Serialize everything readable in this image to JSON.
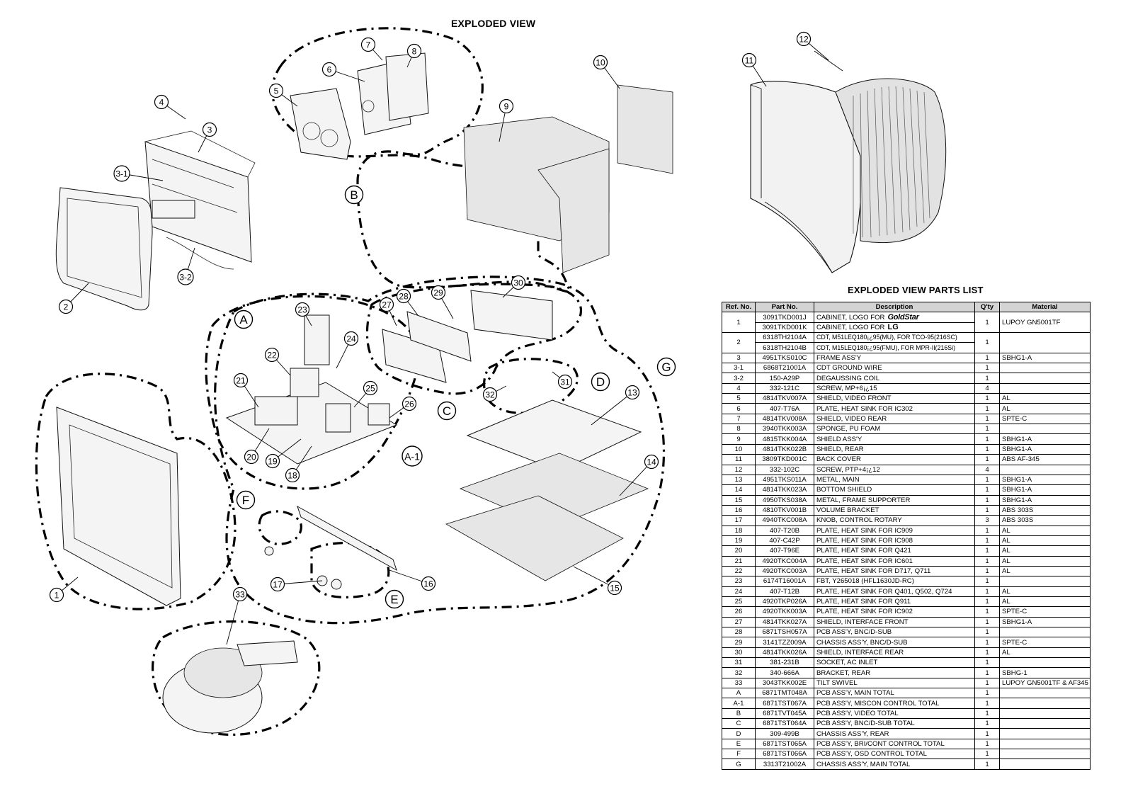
{
  "titles": {
    "exploded_view": "EXPLODED VIEW",
    "parts_list": "EXPLODED VIEW PARTS LIST"
  },
  "diagram": {
    "part_callouts": [
      "1",
      "2",
      "3",
      "3-1",
      "3-2",
      "4",
      "5",
      "6",
      "7",
      "8",
      "9",
      "10",
      "11",
      "12",
      "13",
      "14",
      "15",
      "16",
      "17",
      "18",
      "19",
      "20",
      "21",
      "22",
      "23",
      "24",
      "25",
      "26",
      "27",
      "28",
      "29",
      "30",
      "31",
      "32",
      "33"
    ],
    "group_callouts": [
      "A",
      "A-1",
      "B",
      "C",
      "D",
      "E",
      "F",
      "G"
    ]
  },
  "table": {
    "headers": [
      "Ref. No.",
      "Part No.",
      "Description",
      "Q'ty",
      "Material"
    ],
    "brands": {
      "goldstar": "GoldStar",
      "lg": "LG"
    },
    "row1": {
      "ref": "1",
      "parts": [
        "3091TKD001J",
        "3091TKD001K"
      ],
      "descriptions": [
        "CABINET, LOGO FOR",
        "CABINET, LOGO FOR"
      ],
      "qty": "1",
      "material": "LUPOY GN5001TF"
    },
    "row2": {
      "ref": "2",
      "parts": [
        "6318TH2104A",
        "6318TH2104B"
      ],
      "descriptions": [
        "CDT, M51LEQ180¡¿95(MU), FOR TCO-95(216SC)",
        "CDT, M15LEQ180¡¿95(FMU), FOR MPR-II(216Si)"
      ],
      "qty": "1",
      "material": ""
    },
    "rows": [
      {
        "ref": "3",
        "part": "4951TKS010C",
        "desc": "FRAME ASS'Y",
        "qty": "1",
        "mat": "SBHG1-A"
      },
      {
        "ref": "3-1",
        "part": "6868T21001A",
        "desc": "CDT GROUND WIRE",
        "qty": "1",
        "mat": ""
      },
      {
        "ref": "3-2",
        "part": "150-A29P",
        "desc": "DEGAUSSING COIL",
        "qty": "1",
        "mat": ""
      },
      {
        "ref": "4",
        "part": "332-121C",
        "desc": "SCREW, MP+6¡¿15",
        "qty": "4",
        "mat": ""
      },
      {
        "ref": "5",
        "part": "4814TKV007A",
        "desc": "SHIELD, VIDEO FRONT",
        "qty": "1",
        "mat": "AL"
      },
      {
        "ref": "6",
        "part": "407-T76A",
        "desc": "PLATE, HEAT SINK FOR IC302",
        "qty": "1",
        "mat": "AL"
      },
      {
        "ref": "7",
        "part": "4814TKV008A",
        "desc": "SHIELD, VIDEO REAR",
        "qty": "1",
        "mat": "SPTE-C"
      },
      {
        "ref": "8",
        "part": "3940TKK003A",
        "desc": "SPONGE, PU FOAM",
        "qty": "1",
        "mat": ""
      },
      {
        "ref": "9",
        "part": "4815TKK004A",
        "desc": "SHIELD ASS'Y",
        "qty": "1",
        "mat": "SBHG1-A"
      },
      {
        "ref": "10",
        "part": "4814TKK022B",
        "desc": "SHIELD, REAR",
        "qty": "1",
        "mat": "SBHG1-A"
      },
      {
        "ref": "11",
        "part": "3809TKD001C",
        "desc": "BACK COVER",
        "qty": "1",
        "mat": "ABS AF-345"
      },
      {
        "ref": "12",
        "part": "332-102C",
        "desc": "SCREW, PTP+4¡¿12",
        "qty": "4",
        "mat": ""
      },
      {
        "ref": "13",
        "part": "4951TKS011A",
        "desc": "METAL, MAIN",
        "qty": "1",
        "mat": "SBHG1-A"
      },
      {
        "ref": "14",
        "part": "4814TKK023A",
        "desc": "BOTTOM SHIELD",
        "qty": "1",
        "mat": "SBHG1-A"
      },
      {
        "ref": "15",
        "part": "4950TKS038A",
        "desc": "METAL, FRAME SUPPORTER",
        "qty": "1",
        "mat": "SBHG1-A"
      },
      {
        "ref": "16",
        "part": "4810TKV001B",
        "desc": "VOLUME BRACKET",
        "qty": "1",
        "mat": "ABS 303S"
      },
      {
        "ref": "17",
        "part": "4940TKC008A",
        "desc": "KNOB, CONTROL ROTARY",
        "qty": "3",
        "mat": "ABS 303S"
      },
      {
        "ref": "18",
        "part": "407-T20B",
        "desc": "PLATE, HEAT SINK FOR IC909",
        "qty": "1",
        "mat": "AL"
      },
      {
        "ref": "19",
        "part": "407-C42P",
        "desc": "PLATE, HEAT SINK FOR IC908",
        "qty": "1",
        "mat": "AL"
      },
      {
        "ref": "20",
        "part": "407-T96E",
        "desc": "PLATE, HEAT SINK FOR Q421",
        "qty": "1",
        "mat": "AL"
      },
      {
        "ref": "21",
        "part": "4920TKC004A",
        "desc": "PLATE, HEAT SINK FOR IC601",
        "qty": "1",
        "mat": "AL"
      },
      {
        "ref": "22",
        "part": "4920TKC003A",
        "desc": "PLATE, HEAT SINK FOR D717, Q711",
        "qty": "1",
        "mat": "AL"
      },
      {
        "ref": "23",
        "part": "6174T16001A",
        "desc": "FBT, Y265018 (HFL1630JD-RC)",
        "qty": "1",
        "mat": ""
      },
      {
        "ref": "24",
        "part": "407-T12B",
        "desc": "PLATE, HEAT SINK FOR Q401, Q502, Q724",
        "qty": "1",
        "mat": "AL"
      },
      {
        "ref": "25",
        "part": "4920TKP026A",
        "desc": "PLATE, HEAT SINK FOR Q911",
        "qty": "1",
        "mat": "AL"
      },
      {
        "ref": "26",
        "part": "4920TKK003A",
        "desc": "PLATE, HEAT SINK FOR  IC902",
        "qty": "1",
        "mat": "SPTE-C"
      },
      {
        "ref": "27",
        "part": "4814TKK027A",
        "desc": "SHIELD, INTERFACE FRONT",
        "qty": "1",
        "mat": "SBHG1-A"
      },
      {
        "ref": "28",
        "part": "6871TSH057A",
        "desc": "PCB ASS'Y, BNC/D-SUB",
        "qty": "1",
        "mat": ""
      },
      {
        "ref": "29",
        "part": "3141TZZ009A",
        "desc": "CHASSIS ASS'Y, BNC/D-SUB",
        "qty": "1",
        "mat": "SPTE-C"
      },
      {
        "ref": "30",
        "part": "4814TKK026A",
        "desc": "SHIELD, INTERFACE REAR",
        "qty": "1",
        "mat": "AL"
      },
      {
        "ref": "31",
        "part": "381-231B",
        "desc": "SOCKET, AC INLET",
        "qty": "1",
        "mat": ""
      },
      {
        "ref": "32",
        "part": "340-666A",
        "desc": "BRACKET, REAR",
        "qty": "1",
        "mat": "SBHG-1"
      },
      {
        "ref": "33",
        "part": "3043TKK002E",
        "desc": "TILT SWIVEL",
        "qty": "1",
        "mat": "LUPOY GN5001TF & AF345"
      },
      {
        "ref": "A",
        "part": "6871TMT048A",
        "desc": "PCB ASS'Y, MAIN TOTAL",
        "qty": "1",
        "mat": ""
      },
      {
        "ref": "A-1",
        "part": "6871TST067A",
        "desc": "PCB ASS'Y, MISCON CONTROL TOTAL",
        "qty": "1",
        "mat": ""
      },
      {
        "ref": "B",
        "part": "6871TVT045A",
        "desc": "PCB ASS'Y, VIDEO TOTAL",
        "qty": "1",
        "mat": ""
      },
      {
        "ref": "C",
        "part": "6871TST064A",
        "desc": "PCB ASS'Y, BNC/D-SUB TOTAL",
        "qty": "1",
        "mat": ""
      },
      {
        "ref": "D",
        "part": "309-499B",
        "desc": "CHASSIS ASS'Y, REAR",
        "qty": "1",
        "mat": ""
      },
      {
        "ref": "E",
        "part": "6871TST065A",
        "desc": "PCB ASS'Y, BRI/CONT CONTROL TOTAL",
        "qty": "1",
        "mat": ""
      },
      {
        "ref": "F",
        "part": "6871TST066A",
        "desc": "PCB ASS'Y, OSD CONTROL TOTAL",
        "qty": "1",
        "mat": ""
      },
      {
        "ref": "G",
        "part": "3313T21002A",
        "desc": "CHASSIS ASS'Y, MAIN TOTAL",
        "qty": "1",
        "mat": ""
      }
    ]
  }
}
